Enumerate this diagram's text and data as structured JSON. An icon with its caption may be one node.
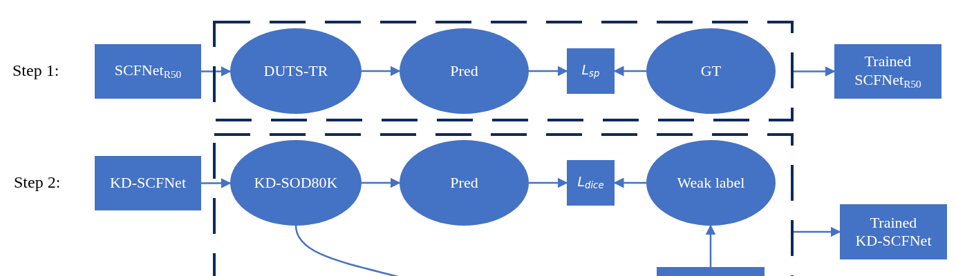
{
  "diagram": {
    "nodes": [
      {
        "text": [
          "SCFNet$_{R50}$"
        ]
      },
      {
        "text": [],
        "shape": "box"
      },
      {
        "text": [
          "DUTS-TR"
        ],
        "in": 1
      },
      {
        "text": [
          "Pred"
        ],
        "in": 1
      },
      {
        "text": [
          "L$_{sp}$"
        ],
        "in": 1
      },
      {
        "text": [
          "GT"
        ],
        "in": 1
      },
      {
        "text": [
          "Trained SCFNet$_{R50}$"
        ]
      },
      {
        "text": [
          "KD-SCFNet"
        ]
      },
      {
        "text": [],
        "shape": "box"
      },
      {
        "text": [
          "KD-SOD80K"
        ],
        "in": 8
      },
      {
        "text": [
          "Pred"
        ],
        "in": 8
      },
      {
        "text": [
          "L$_{dice}$"
        ],
        "in": 8
      },
      {
        "text": [
          "Weak label"
        ],
        "in": 8
      },
      {
        "text": [
          "Trained KD-SCFNet"
        ]
      },
      {
        "text": [],
        "shape": "box",
        "in": 8
      }
    ],
    "edges": [
      {
        "from": 0,
        "to": 2,
        "arrow": "to"
      },
      {
        "from": 2,
        "to": 3,
        "arrow": "to"
      },
      {
        "from": 3,
        "to": 4,
        "arrow": "to"
      },
      {
        "from": 5,
        "to": 4,
        "arrow": "to"
      },
      {
        "from": 1,
        "to": 6,
        "arrow": "to"
      },
      {
        "from": 7,
        "to": 9,
        "arrow": "to"
      },
      {
        "from": 9,
        "to": 10,
        "arrow": "to"
      },
      {
        "from": 10,
        "to": 11,
        "arrow": "to"
      },
      {
        "from": 12,
        "to": 11,
        "arrow": "to"
      },
      {
        "from": 14,
        "to": 12,
        "arrow": "to"
      },
      {
        "from": 8,
        "to": 13,
        "arrow": "to"
      },
      {
        "from": 9,
        "to": null,
        "arrow": "none"
      }
    ],
    "labels": [
      "Step 1:",
      "Step 2:"
    ]
  }
}
